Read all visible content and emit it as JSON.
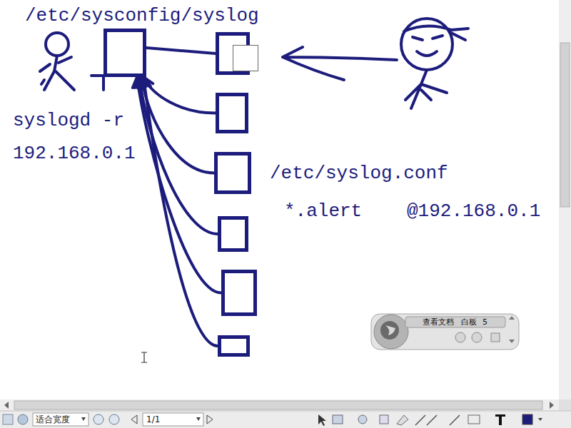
{
  "diagram": {
    "nodes": [
      {
        "text": [
          "/etc/sysconfig/syslog"
        ]
      },
      {
        "text": []
      },
      {
        "text": [],
        "in": 1
      },
      {
        "text": []
      },
      {
        "text": []
      },
      {
        "text": []
      },
      {
        "text": []
      },
      {
        "text": []
      }
    ],
    "edges": [
      {
        "from": 1,
        "to": 0,
        "arrow": "to"
      },
      {
        "from": 3,
        "to": 0,
        "arrow": "to"
      },
      {
        "from": 4,
        "to": 0,
        "arrow": "to"
      },
      {
        "from": 5,
        "to": 0,
        "arrow": "to"
      },
      {
        "from": 6,
        "to": 0,
        "arrow": "to"
      },
      {
        "from": 7,
        "to": 0,
        "arrow": "to"
      }
    ],
    "labels": [
      "syslogd -r",
      "192.168.0.1",
      "/etc/syslog.conf",
      "*.alert",
      "@192.168.0.1",
      "查看文档",
      "白板",
      "5",
      "适合宽度",
      "1/1"
    ]
  }
}
